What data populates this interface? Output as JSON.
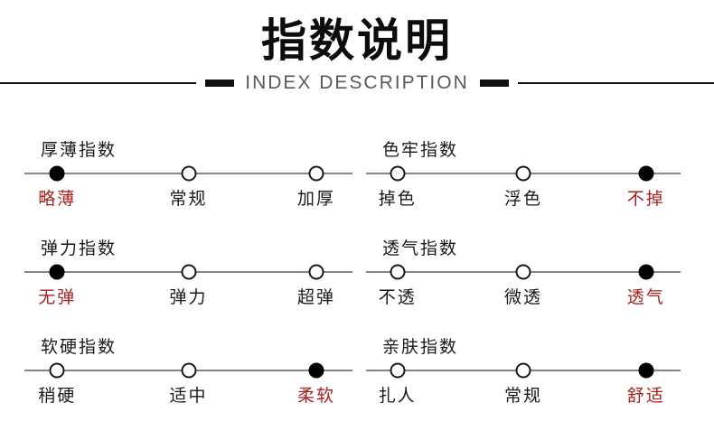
{
  "header": {
    "title": "指数说明",
    "subtitle": "INDEX DESCRIPTION"
  },
  "colors": {
    "selected_red": "#a7211f",
    "track_gray": "#858585",
    "text_black": "#1a1a1a",
    "subtitle_gray": "#595959",
    "rule_black": "#111111"
  },
  "groups": [
    {
      "title": "厚薄指数",
      "selected_index": 0,
      "options": [
        "略薄",
        "常规",
        "加厚"
      ]
    },
    {
      "title": "色牢指数",
      "selected_index": 2,
      "options": [
        "掉色",
        "浮色",
        "不掉"
      ]
    },
    {
      "title": "弹力指数",
      "selected_index": 0,
      "options": [
        "无弹",
        "弹力",
        "超弹"
      ]
    },
    {
      "title": "透气指数",
      "selected_index": 2,
      "options": [
        "不透",
        "微透",
        "透气"
      ]
    },
    {
      "title": "软硬指数",
      "selected_index": 2,
      "options": [
        "稍硬",
        "适中",
        "柔软"
      ]
    },
    {
      "title": "亲肤指数",
      "selected_index": 2,
      "options": [
        "扎人",
        "常规",
        "舒适"
      ]
    }
  ]
}
